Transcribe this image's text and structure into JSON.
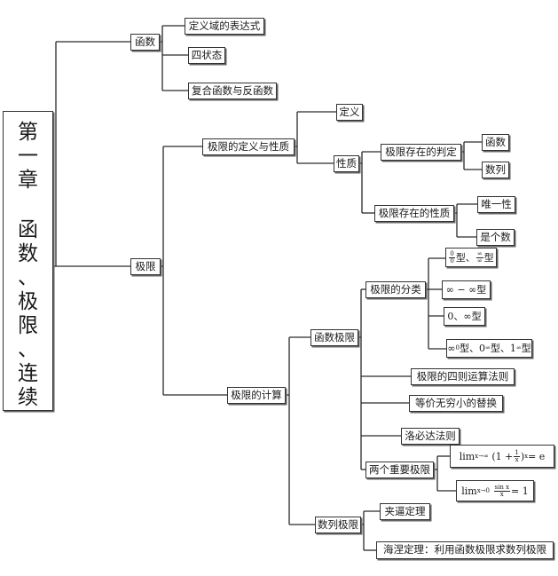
{
  "root": {
    "title_lines": [
      "第",
      "一",
      "章",
      "",
      "函",
      "数",
      "、",
      "极",
      "限",
      "、",
      "连",
      "续"
    ]
  },
  "functions": {
    "label": "函数",
    "children": [
      "定义域的表达式",
      "四状态",
      "复合函数与反函数"
    ]
  },
  "limits": {
    "label": "极限",
    "definition_properties": {
      "label": "极限的定义与性质",
      "definition": "定义",
      "properties": {
        "label": "性质",
        "existence_criteria": {
          "label": "极限存在的判定",
          "children": [
            "函数",
            "数列"
          ]
        },
        "existence_properties": {
          "label": "极限存在的性质",
          "children": [
            "唯一性",
            "是个数"
          ]
        }
      }
    },
    "computation": {
      "label": "极限的计算",
      "function_limits": {
        "label": "函数极限",
        "classification": {
          "label": "极限的分类",
          "types": {
            "t1_frac1_num": "0",
            "t1_frac1_den": "0",
            "t1_mid": "型、",
            "t1_frac2_num": "∞",
            "t1_frac2_den": "∞",
            "t1_end": "型",
            "t2": "∞ − ∞型",
            "t3": "0、∞型",
            "t4_a": "∞",
            "t4_a_sup": "0",
            "t4_b": "型、0",
            "t4_b_sup": "∞",
            "t4_c": "型、1",
            "t4_c_sup": "∞",
            "t4_d": "型"
          }
        },
        "arithmetic_rules": "极限的四则运算法则",
        "equivalent_infinitesimal": "等价无穷小的替换",
        "lhopital": "洛必达法则",
        "two_important_limits": {
          "label": "两个重要极限",
          "limit1": {
            "lim": "lim",
            "sub": "x→∞",
            "body": "(1 + ",
            "frac_num": "1",
            "frac_den": "x",
            "close": ")",
            "sup": "x",
            "rhs": " = e"
          },
          "limit2": {
            "lim": "lim",
            "sub": "x→0",
            "frac_num": "sin x",
            "frac_den": "x",
            "rhs": " = 1"
          }
        }
      },
      "sequence_limits": {
        "label": "数列极限",
        "squeeze": "夹逼定理",
        "heine": "海涅定理：利用函数极限求数列极限"
      }
    }
  }
}
